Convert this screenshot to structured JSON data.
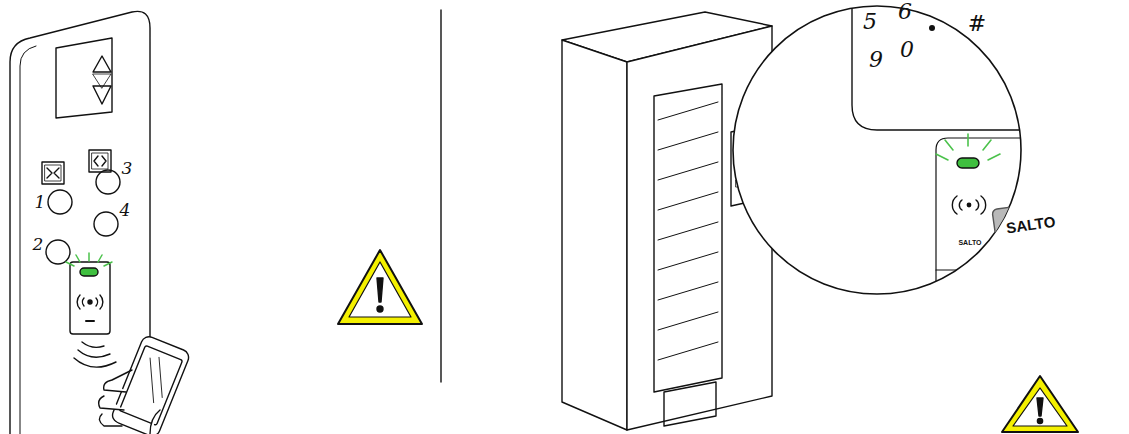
{
  "diagram": {
    "labels": [
      "1",
      "2",
      "3",
      "4",
      "5",
      "6",
      "#",
      "9",
      "0",
      "SALTO",
      "SALTO"
    ]
  }
}
